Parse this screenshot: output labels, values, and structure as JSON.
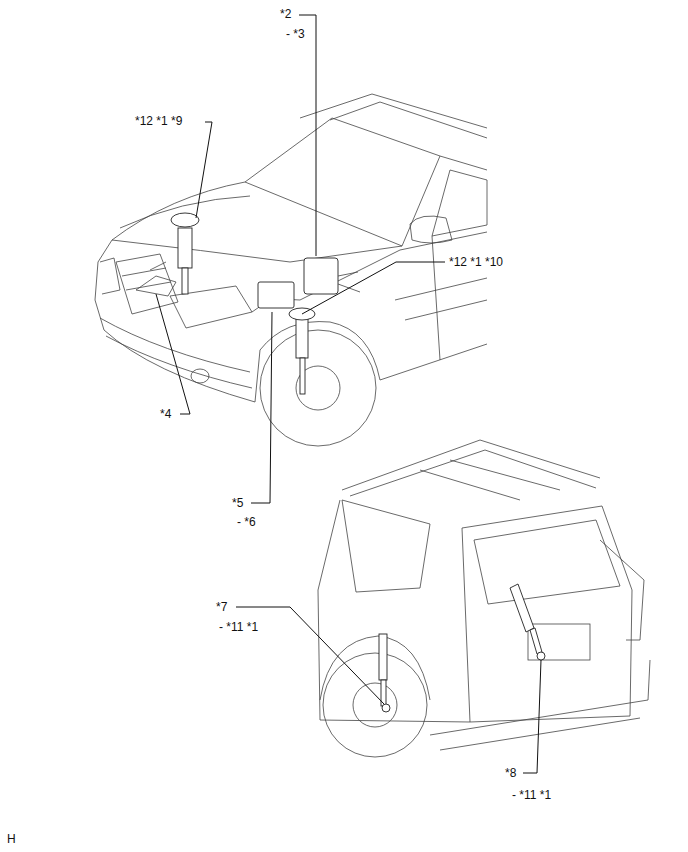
{
  "diagram": {
    "labels": [
      "*2",
      "- *3",
      "*12 *1 *9",
      "*12 *1 *10",
      "*4",
      "*5",
      "- *6",
      "*7",
      "- *11 *1",
      "*8",
      "- *11 *1",
      "H"
    ]
  }
}
